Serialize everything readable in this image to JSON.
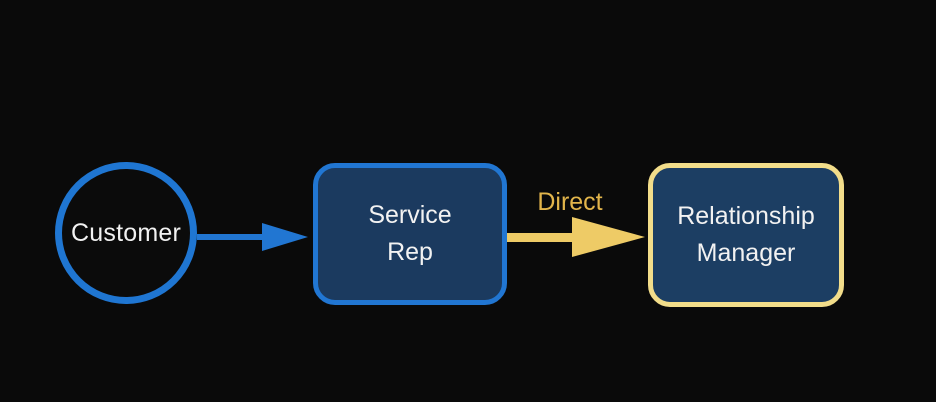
{
  "diagram": {
    "background_color": "#0a0a0a",
    "nodes": {
      "customer": {
        "label": "Customer",
        "shape": "circle",
        "border_color": "#1f76d2",
        "fill_color": "#0b0b0b",
        "text_color": "#f2f2f2"
      },
      "service_rep": {
        "label": "Service Rep",
        "line1": "Service",
        "line2": "Rep",
        "shape": "rounded-rect",
        "border_color": "#2176d2",
        "fill_color": "#1b3a5f",
        "text_color": "#f2f2f2"
      },
      "relationship_manager": {
        "label": "Relationship Manager",
        "line1": "Relationship",
        "line2": "Manager",
        "shape": "rounded-rect",
        "border_color": "#f2dd8a",
        "fill_color": "#1c3e63",
        "text_color": "#f2f2f2"
      }
    },
    "edges": {
      "customer_to_service_rep": {
        "from": "customer",
        "to": "service_rep",
        "color": "#2176d2"
      },
      "service_rep_to_relationship_manager": {
        "from": "service_rep",
        "to": "relationship_manager",
        "label": "Direct",
        "label_color": "#e2b54b",
        "color": "#eecb66"
      }
    }
  }
}
